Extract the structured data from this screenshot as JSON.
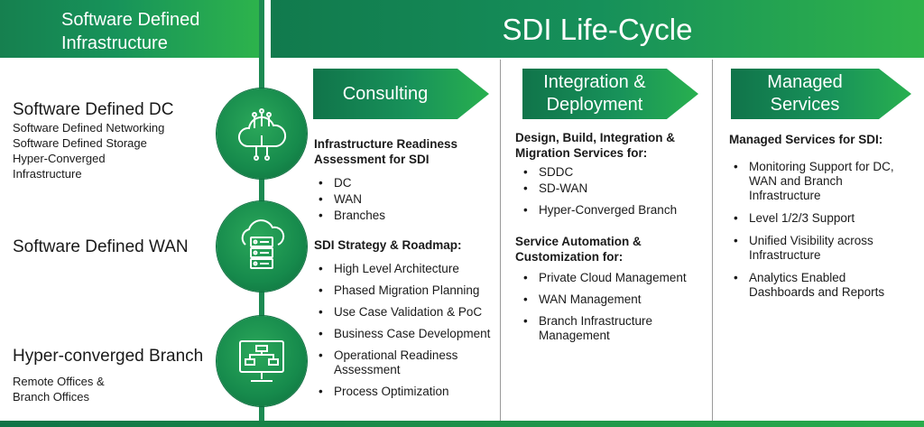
{
  "header": {
    "left_line1": "Software Defined",
    "left_line2": "Infrastructure",
    "title": "SDI Life-Cycle"
  },
  "left": {
    "dc_title": "Software Defined DC",
    "dc_items": [
      "Software Defined Networking",
      "Software Defined Storage",
      "Hyper-Converged",
      "Infrastructure"
    ],
    "wan_title": "Software Defined WAN",
    "branch_title": "Hyper-converged Branch",
    "branch_items": [
      "Remote Offices &",
      "Branch Offices"
    ]
  },
  "icons": [
    "cloud-network-icon",
    "cloud-server-icon",
    "monitor-flowchart-icon"
  ],
  "consulting": {
    "label": "Consulting",
    "section1_line1": "Infrastructure Readiness",
    "section1_line2": "Assessment for SDI",
    "section1_items": [
      "DC",
      "WAN",
      "Branches"
    ],
    "section2_title": "SDI Strategy & Roadmap:",
    "section2_items": [
      "High Level Architecture",
      "Phased Migration Planning",
      "Use Case Validation & PoC",
      "Business Case Development",
      "Operational Readiness",
      "Assessment",
      "Process Optimization"
    ]
  },
  "integration": {
    "label_line1": "Integration &",
    "label_line2": "Deployment",
    "section1_line1": "Design, Build, Integration &",
    "section1_line2": "Migration Services for:",
    "section1_items": [
      "SDDC",
      "SD-WAN",
      "Hyper-Converged Branch"
    ],
    "section2_line1": "Service Automation &",
    "section2_line2": "Customization for:",
    "section2_items": [
      "Private Cloud Management",
      "WAN Management",
      "Branch Infrastructure",
      "Management"
    ]
  },
  "managed": {
    "label": "Managed Services",
    "section1_title": "Managed Services for SDI:",
    "section1_items": [
      "Monitoring Support for DC,",
      "WAN and Branch",
      "Infrastructure",
      "Level 1/2/3 Support",
      "Unified Visibility across",
      "Infrastructure",
      "Analytics Enabled",
      "Dashboards and Reports"
    ]
  },
  "colors": {
    "green_dark": "#117a4d",
    "green_light": "#2fb34a"
  }
}
